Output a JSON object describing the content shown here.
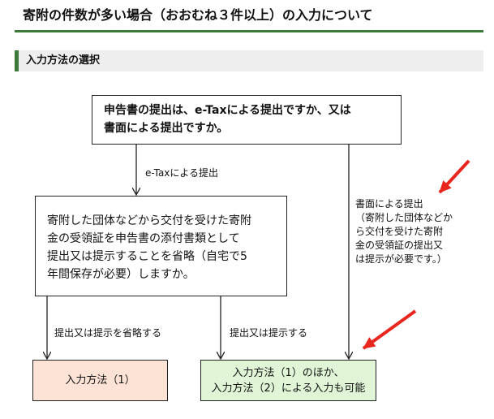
{
  "title": "寄附の件数が多い場合（おおむね３件以上）の入力について",
  "section": "入力方法の選択",
  "question1": [
    "申告書の提出は、e-Taxによる提出ですか、又は",
    "書面による提出ですか。"
  ],
  "question2": [
    "寄附した団体などから交付を受けた寄附",
    "金の受領証を申告書の添付書類として",
    "提出又は提示することを省略（自宅で5",
    "年間保存が必要）しますか。"
  ],
  "labels": {
    "etax": "e-Taxによる提出",
    "omit": "提出又は提示を省略する",
    "submit": "提出又は提示する",
    "paper": [
      "書面による提出",
      "（寄附した団体などか",
      "ら交付を受けた寄附",
      "金の受領証の提出又",
      "は提示が必要です。）"
    ]
  },
  "results": {
    "method1": "入力方法（1）",
    "method12": [
      "入力方法（1）のほか、",
      "入力方法（2）による入力も可能"
    ]
  },
  "colors": {
    "accent": "#3d7a39",
    "result1_bg": "#fde3d6",
    "result2_bg": "#dff5d6",
    "pointer_arrow": "#e8261d"
  }
}
